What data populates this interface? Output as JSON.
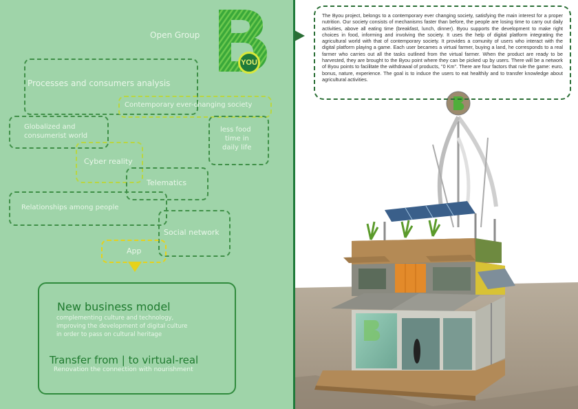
{
  "brand": {
    "letter": "B",
    "badge": "YOU",
    "group_label": "Open Group"
  },
  "mindmap": {
    "processes": "Processes and consumers analysis",
    "contemporary": "Contemporary ever-changing society",
    "globalized_line1": "Globalized and",
    "globalized_line2": "consumerist world",
    "less_food_line1": "less food",
    "less_food_line2": "time in",
    "less_food_line3": "daily life",
    "cyber": "Cyber reality",
    "telematics": "Telematics",
    "relationships": "Relationships among people",
    "social": "Social network",
    "app": "App"
  },
  "business": {
    "title": "New business model",
    "line1": "complementing culture and technology,",
    "line2": "improving the development of digital culture",
    "line3": "in order to pass on cultural heritage",
    "transfer_title": "Transfer from | to virtual-real",
    "transfer_sub": "Renovation the connection with nourishment"
  },
  "description": "The Byou project, belongs to a contemporary ever changing society, satisfying the main interest for a proper nutrition. Our society consists of mechanisms faster than before, the people are losing time to carry out daily activities, above all eating time (breakfast, lunch, dinner). Byou supports the development to make right choices in food, informing and involving the society. It uses the help of digital platform integrating the agricultural world with that of contemporary society. It provides a comunity of users who interact with the digital platform playing a game. Each user becames a virtual farmer, buying a land, he corresponds to a real farmer who carries out all the tasks outlined from the virtual farmer. When the product are ready to be harvested, they are brought to the Byou point where they can be picked up by users. There will be a network of Byou points to facilitate the withdrawal of products, \"0 Km\". There are four factors that rule the game: euro, bonus, nature, experience. The goal is to induce the users to eat healthily and to transfer knowledge about agricultural activities.",
  "colors": {
    "panel_bg": "#9fd4a9",
    "accent_green": "#1f7a3a",
    "logo_green": "#3aa83a",
    "yellow": "#e6d21a"
  }
}
